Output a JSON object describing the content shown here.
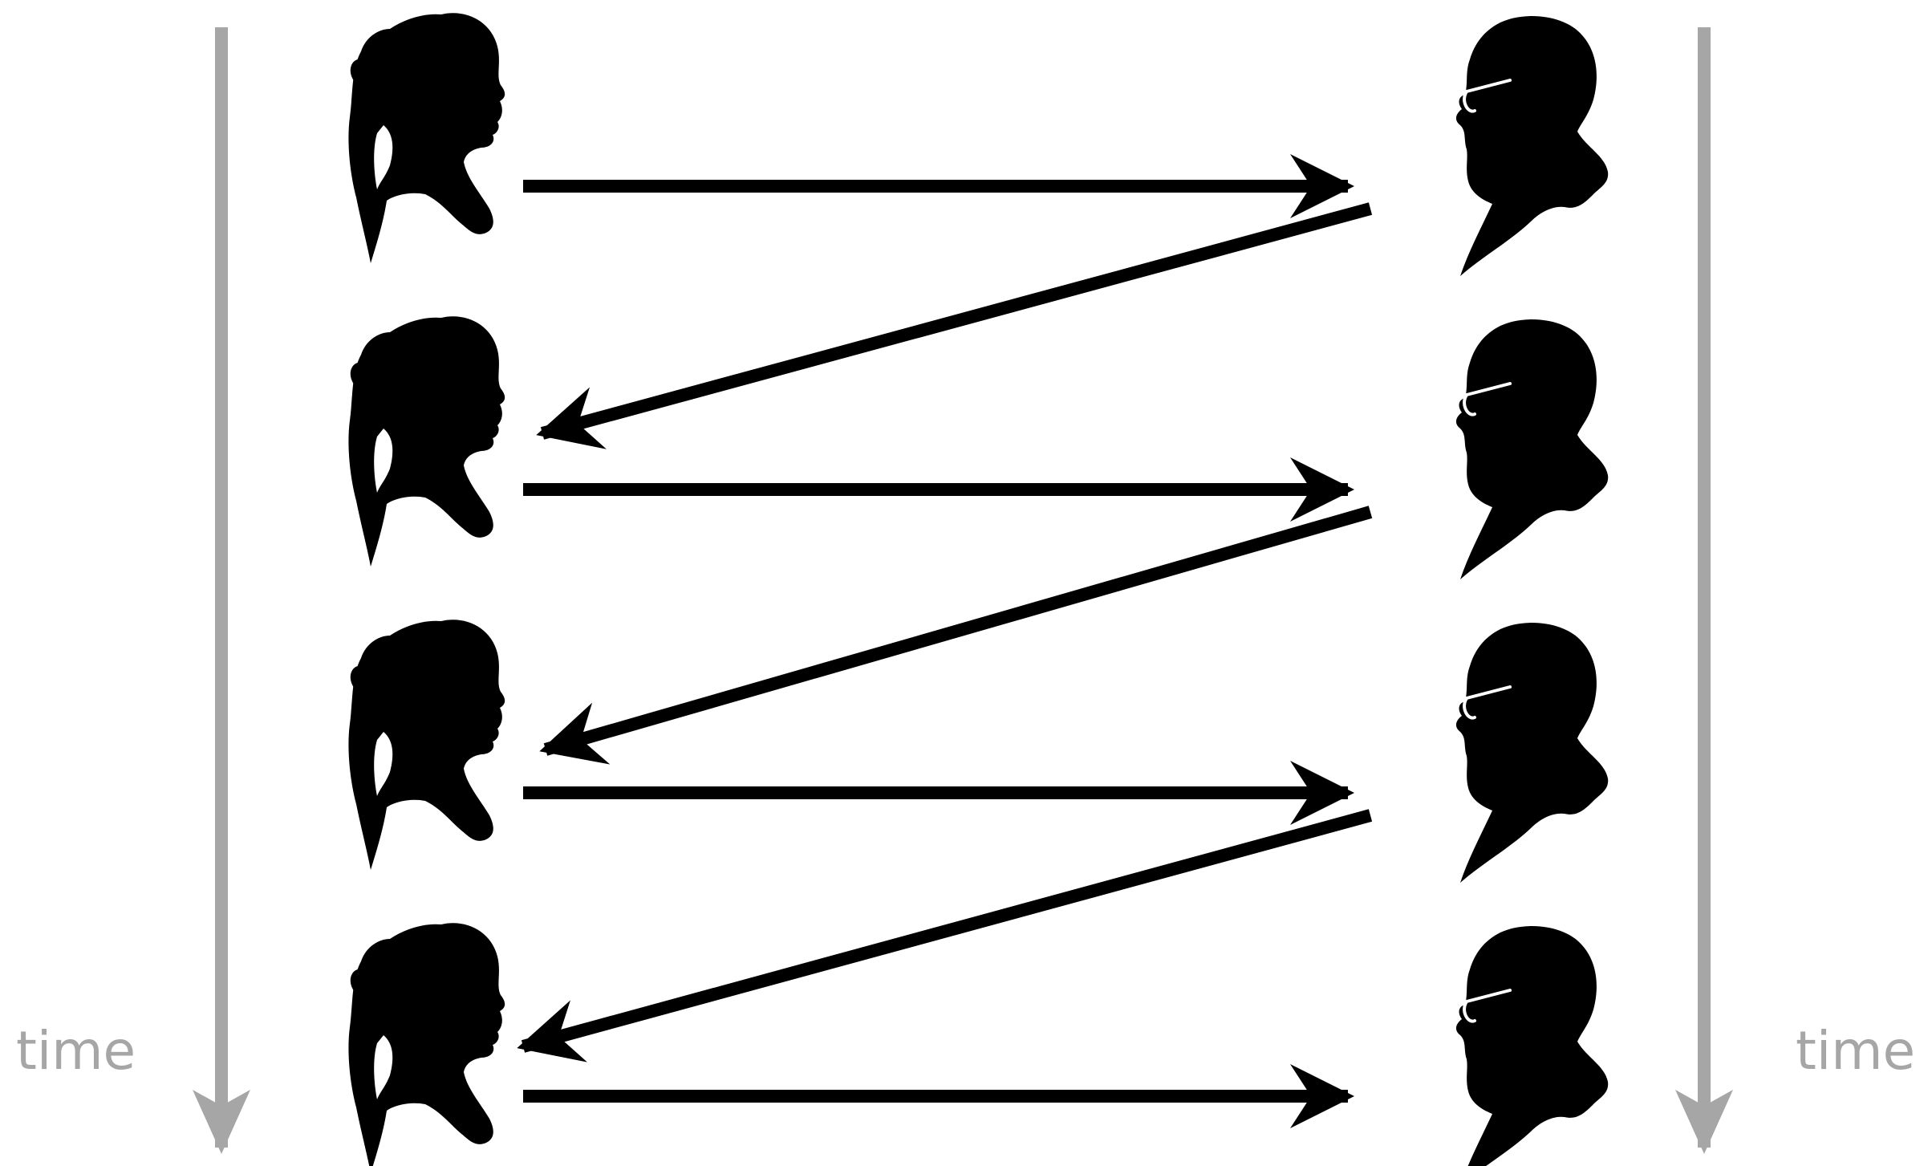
{
  "time_axis": {
    "left_label": "time",
    "right_label": "time",
    "color": "#a6a6a6"
  },
  "colors": {
    "silhouette": "#000000",
    "arrow": "#000000",
    "background": "#ffffff",
    "glasses": "#ffffff"
  },
  "participants": {
    "left": {
      "icon": "girl-profile-silhouette-icon",
      "count": 4
    },
    "right": {
      "icon": "bearded-man-profile-silhouette-icon",
      "count": 4
    }
  },
  "messages": [
    {
      "from": "left",
      "to": "right",
      "step": 1
    },
    {
      "from": "right",
      "to": "left",
      "step": 1
    },
    {
      "from": "left",
      "to": "right",
      "step": 2
    },
    {
      "from": "right",
      "to": "left",
      "step": 2
    },
    {
      "from": "left",
      "to": "right",
      "step": 3
    },
    {
      "from": "right",
      "to": "left",
      "step": 3
    },
    {
      "from": "left",
      "to": "right",
      "step": 4
    }
  ]
}
